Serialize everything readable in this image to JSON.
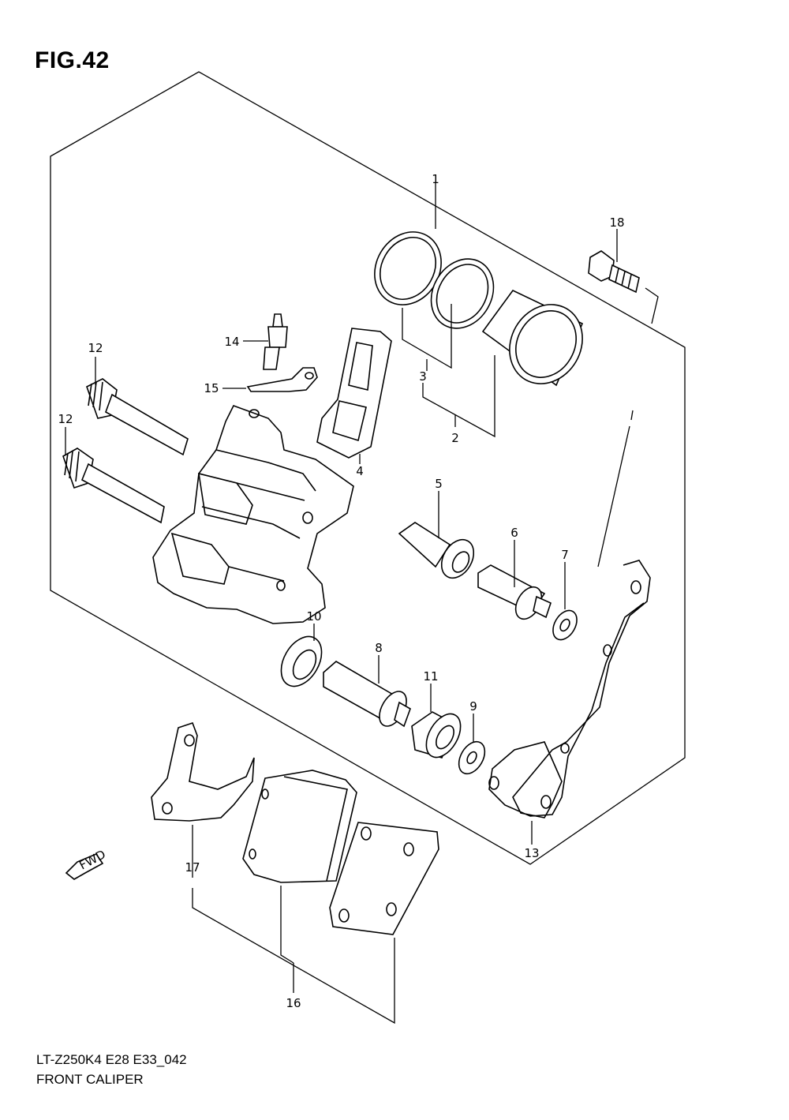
{
  "figure": {
    "title": "FIG.42",
    "code": "LT-Z250K4 E28 E33_042",
    "name": "FRONT CALIPER"
  },
  "callouts": [
    {
      "id": "1",
      "label": "1"
    },
    {
      "id": "2",
      "label": "2"
    },
    {
      "id": "3",
      "label": "3"
    },
    {
      "id": "4",
      "label": "4"
    },
    {
      "id": "5",
      "label": "5"
    },
    {
      "id": "6",
      "label": "6"
    },
    {
      "id": "7",
      "label": "7"
    },
    {
      "id": "8",
      "label": "8"
    },
    {
      "id": "9",
      "label": "9"
    },
    {
      "id": "10",
      "label": "10"
    },
    {
      "id": "11",
      "label": "11"
    },
    {
      "id": "12a",
      "label": "12"
    },
    {
      "id": "12b",
      "label": "12"
    },
    {
      "id": "13",
      "label": "13"
    },
    {
      "id": "14",
      "label": "14"
    },
    {
      "id": "15",
      "label": "15"
    },
    {
      "id": "16",
      "label": "16"
    },
    {
      "id": "17",
      "label": "17"
    },
    {
      "id": "18",
      "label": "18"
    }
  ],
  "direction_marker": {
    "label": "FWD"
  }
}
